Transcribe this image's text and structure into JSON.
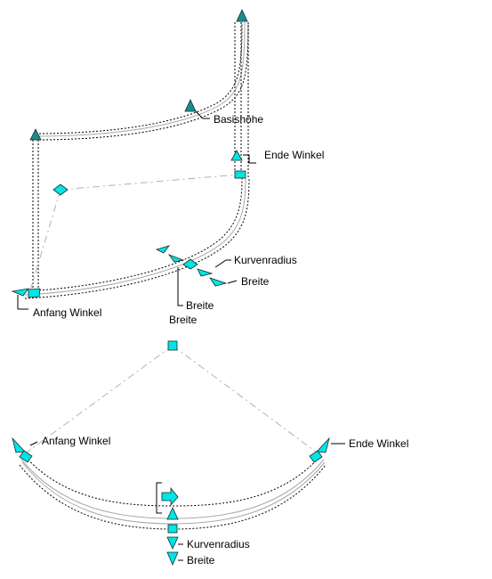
{
  "grip_color": "#00e5e5",
  "grip_color_dark": "#1b8c8c",
  "view_3d": {
    "labels": {
      "basishoehe": "Basishöhe",
      "ende_winkel": "Ende Winkel",
      "kurvenradius": "Kurvenradius",
      "breite_right": "Breite",
      "breite_lower": "Breite",
      "breite_caption": "Breite",
      "anfang_winkel": "Anfang Winkel"
    }
  },
  "view_plan": {
    "labels": {
      "anfang_winkel": "Anfang Winkel",
      "ende_winkel": "Ende Winkel",
      "kurvenradius": "Kurvenradius",
      "breite": "Breite"
    }
  }
}
